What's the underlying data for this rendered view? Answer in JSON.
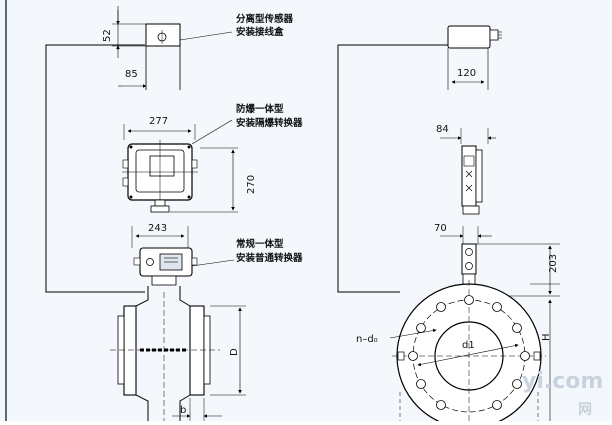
{
  "left_view": {
    "sensor_box": {
      "dim_height": "52",
      "dim_width": "85",
      "label_line1": "分离型传感器",
      "label_line2": "安装接线盒"
    },
    "explosion_proof": {
      "dim_width": "277",
      "dim_height": "270",
      "label_line1": "防爆一体型",
      "label_line2": "安装隔爆转换器"
    },
    "normal_converter": {
      "dim_width": "243",
      "label_line1": "常规一体型",
      "label_line2": "安装普通转换器"
    },
    "body": {
      "dim_d": "D",
      "dim_b": "b"
    }
  },
  "right_view": {
    "box_width": "120",
    "side_width": "84",
    "small_width": "70",
    "small_height": "203",
    "flange": {
      "bolt_label": "n–d₀",
      "pitch_label": "d1",
      "height_label": "H"
    }
  },
  "watermark": {
    "domain": "yi.com",
    "chinese": "网"
  }
}
